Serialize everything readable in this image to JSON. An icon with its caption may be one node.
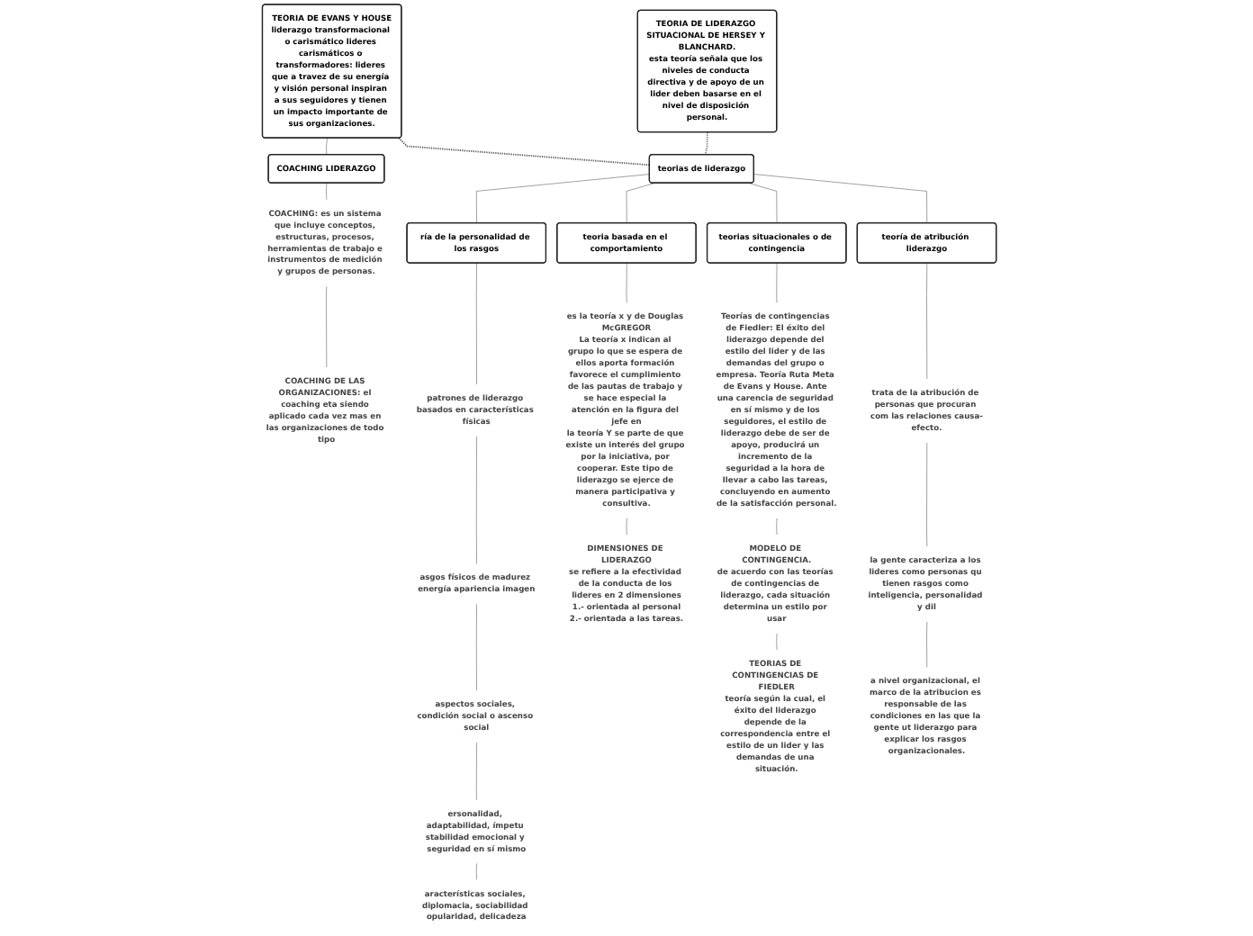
{
  "diagram": {
    "nodes": [
      {
        "text": [
          "teorias de liderazgo"
        ]
      },
      {
        "text": [
          "TEORIA DE EVANS Y HOUSE",
          "liderazgo transformacional o carismático lideres carismáticos o transformadores: lideres que a travez de su energía y visión personal inspiran a sus seguidores y tienen un impacto importante de sus organizaciones."
        ]
      },
      {
        "text": [
          "COACHING LIDERAZGO"
        ]
      },
      {
        "text": [
          "COACHING: es un sistema que incluye conceptos, estructuras, procesos, herramientas de trabajo e instrumentos de medición y grupos de personas."
        ]
      },
      {
        "text": [
          "COACHING DE LAS ORGANIZACIONES: el coaching eta siendo aplicado cada vez mas en las organizaciones de todo tipo"
        ]
      },
      {
        "text": [
          "TEORIA DE LIDERAZGO SITUACIONAL DE HERSEY Y BLANCHARD.",
          "esta teoría señala que los niveles de conducta directiva y de apoyo de un lider deben basarse en el nivel de disposición personal."
        ]
      },
      {
        "text": [
          "ría de la personalidad de los rasgos"
        ]
      },
      {
        "text": [
          "patrones de liderazgo basados en características físicas"
        ]
      },
      {
        "text": [
          "asgos físicos de madurez energía apariencia imagen"
        ]
      },
      {
        "text": [
          "aspectos sociales, condición social o ascenso social"
        ]
      },
      {
        "text": [
          "ersonalidad, adaptabilidad, ímpetu stabilidad emocional y seguridad en sí mismo"
        ]
      },
      {
        "text": [
          "aracterísticas sociales, diplomacia, sociabilidad opularidad, delicadeza"
        ]
      },
      {
        "text": [
          "teoria basada en el comportamiento"
        ]
      },
      {
        "text": [
          "es la teoría x y de Douglas McGREGOR",
          "La teoría x indican al grupo lo que se espera de ellos aporta formación favorece el cumplimiento de las pautas de trabajo y se hace especial la atención en la figura del jefe en",
          "la teoría Y se parte de que existe un interés del grupo por la iniciativa, por cooperar. Este tipo de liderazgo se ejerce de manera participativa y consultiva."
        ]
      },
      {
        "text": [
          "DIMENSIONES DE LIDERAZGO",
          "se refiere a la efectividad de la conducta de los lideres en 2 dimensiones",
          "1.- orientada al personal",
          "2.- orientada a las tareas."
        ]
      },
      {
        "text": [
          "teorias situacionales o de contingencia"
        ]
      },
      {
        "text": [
          "Teorías de contingencias de Fiedler: El éxito del liderazgo depende del estilo del lider y de las demandas del grupo o empresa. Teoría Ruta Meta de Evans y House. Ante una carencia de seguridad en sí mismo y de los seguidores, el estilo de liderazgo debe de ser de apoyo, producirá un incremento de la seguridad a la hora de llevar a cabo las tareas, concluyendo en aumento de la satisfacción personal."
        ]
      },
      {
        "text": [
          "MODELO DE CONTINGENCIA.",
          "de acuerdo con las teorías de contingencias de liderazgo, cada situación determina un estilo por usar"
        ]
      },
      {
        "text": [
          "TEORIAS DE CONTINGENCIAS DE FIEDLER",
          "teoría según la cual, el éxito del liderazgo depende de la correspondencia entre el estilo de un lider y las demandas de una situación."
        ]
      },
      {
        "text": [
          "teoría de atribución liderazgo"
        ]
      },
      {
        "text": [
          "trata de la atribución de personas que procuran com las relaciones causa-efecto."
        ]
      },
      {
        "text": [
          "la gente caracteriza a los lideres como personas qu tienen rasgos como inteligencia, personalidad y dil"
        ]
      },
      {
        "text": [
          "a nivel organizacional, el marco de la atribucion es responsable de las condiciones en las que la gente ut liderazgo para explicar los rasgos organizacionales."
        ]
      }
    ],
    "edges": [
      {
        "from": 1,
        "to": 0,
        "arrow": "none",
        "style": "dashed",
        "color": "#555555"
      },
      {
        "from": 1,
        "to": 2,
        "arrow": "none"
      },
      {
        "from": 2,
        "to": 3,
        "arrow": "none"
      },
      {
        "from": 3,
        "to": 4,
        "arrow": "none"
      },
      {
        "from": 5,
        "to": 0,
        "arrow": "none",
        "style": "dashed",
        "color": "#777777"
      },
      {
        "from": 0,
        "to": 6,
        "arrow": "none"
      },
      {
        "from": 0,
        "to": 12,
        "arrow": "none"
      },
      {
        "from": 0,
        "to": 15,
        "arrow": "none"
      },
      {
        "from": 0,
        "to": 19,
        "arrow": "none"
      },
      {
        "from": 6,
        "to": 7,
        "arrow": "none"
      },
      {
        "from": 7,
        "to": 8,
        "arrow": "none"
      },
      {
        "from": 8,
        "to": 9,
        "arrow": "none"
      },
      {
        "from": 9,
        "to": 10,
        "arrow": "none"
      },
      {
        "from": 10,
        "to": 11,
        "arrow": "none"
      },
      {
        "from": 12,
        "to": 13,
        "arrow": "none"
      },
      {
        "from": 13,
        "to": 14,
        "arrow": "none"
      },
      {
        "from": 15,
        "to": 16,
        "arrow": "none"
      },
      {
        "from": 16,
        "to": 17,
        "arrow": "none"
      },
      {
        "from": 17,
        "to": 18,
        "arrow": "none"
      },
      {
        "from": 19,
        "to": 20,
        "arrow": "none"
      },
      {
        "from": 20,
        "to": 21,
        "arrow": "none"
      },
      {
        "from": 21,
        "to": 22,
        "arrow": "none"
      }
    ]
  }
}
